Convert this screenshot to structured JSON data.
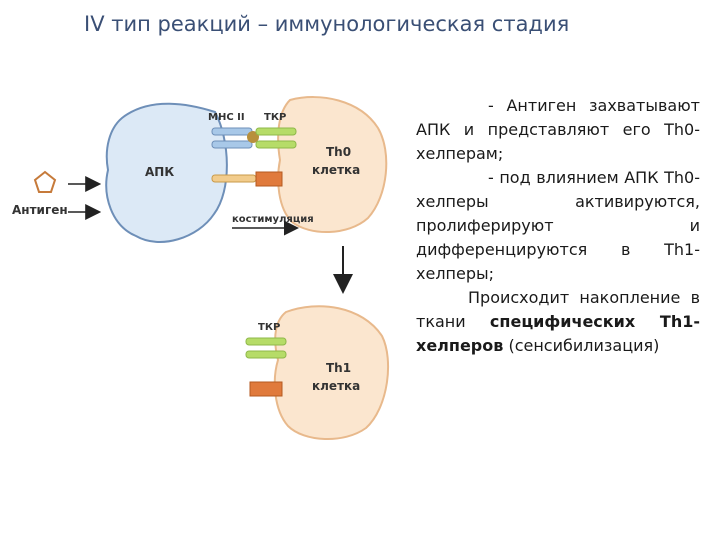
{
  "title": "IV тип реакций – иммунологическая стадия",
  "diagram": {
    "antigen_label": "Антиген",
    "apc_label": "АПК",
    "mhc_label": "МНС II",
    "tcr_label_top": "ТКР",
    "th0_label": [
      "Th0",
      "клетка"
    ],
    "costim_label": "костимуляция",
    "tcr_label_bottom": "ТКР",
    "th1_label": [
      "Th1",
      "клетка"
    ]
  },
  "colors": {
    "apc_fill": "#dce9f6",
    "apc_stroke": "#6e8fb8",
    "cell_fill": "#fbe6cf",
    "cell_stroke": "#e8b98c",
    "mhc": "#a8c8e8",
    "tcr": "#b6dc68",
    "costim": "#e07a3c",
    "title": "#3a4f75"
  },
  "text": {
    "p1": "- Антиген захватывают АПК и представляют его Th0-хелперам;",
    "p2": "- под влиянием АПК Th0-хелперы активируются, пролиферируют и дифференцируются в Th1-хелперы;",
    "p3_start": "Происходит накопление в ткани ",
    "p3_bold": "специфических Th1-хелперов",
    "p3_end": " (сенсибилизация)"
  }
}
